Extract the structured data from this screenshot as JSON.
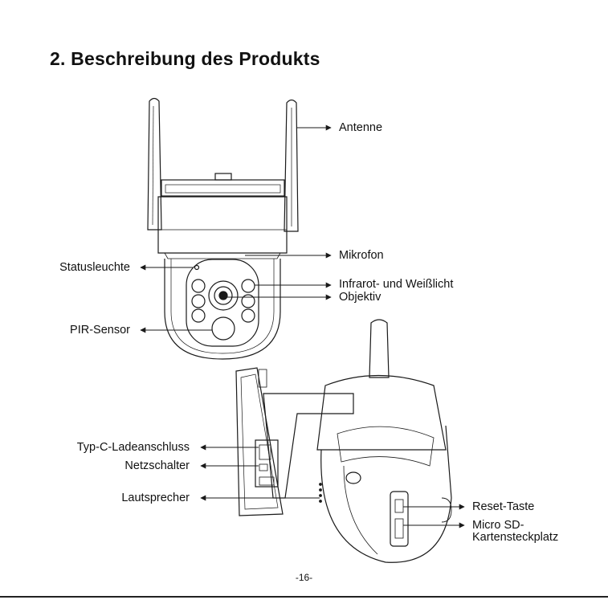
{
  "page": {
    "title": "2. Beschreibung des Produkts",
    "page_number": "-16-"
  },
  "labels": {
    "antenne": "Antenne",
    "mikrofon": "Mikrofon",
    "statusleuchte": "Statusleuchte",
    "infrarot": "Infrarot- und Weißlicht",
    "objektiv": "Objektiv",
    "pir_sensor": "PIR-Sensor",
    "typ_c": "Typ-C-Ladeanschluss",
    "netzschalter": "Netzschalter",
    "lautsprecher": "Lautsprecher",
    "reset": "Reset-Taste",
    "micro_sd_line1": "Micro SD-",
    "micro_sd_line2": "Kartensteckplatz"
  },
  "colors": {
    "ink": "#111111",
    "stroke": "#1a1a1a",
    "background": "#ffffff"
  }
}
